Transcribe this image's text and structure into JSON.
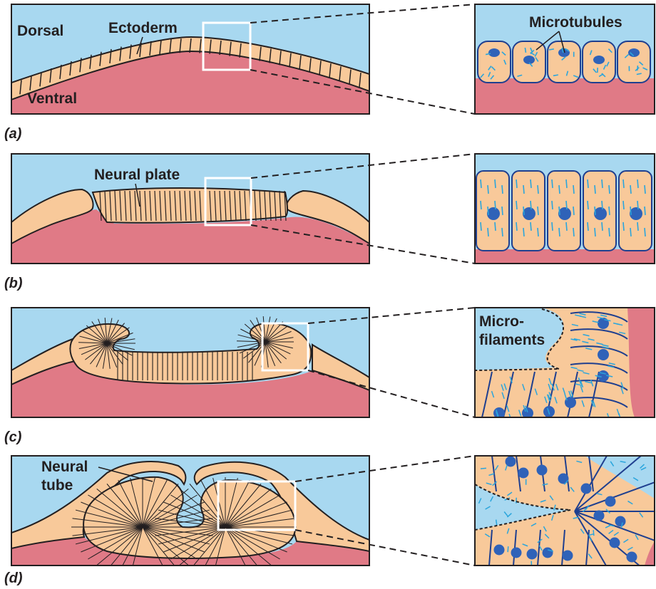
{
  "colors": {
    "dorsal_fluid": "#a8d8f0",
    "ventral_tissue": "#e07a86",
    "ectoderm": "#f8c99a",
    "outline": "#231f20",
    "cell_outline": "#1f3f8f",
    "nucleus": "#2f62b8",
    "microtubule": "#2aa5dc",
    "zoom_box": "#ffffff"
  },
  "labels": {
    "dorsal": "Dorsal",
    "ectoderm": "Ectoderm",
    "ventral": "Ventral",
    "microtubules": "Microtubules",
    "neural_plate": "Neural plate",
    "microfilaments_line1": "Micro-",
    "microfilaments_line2": "filaments",
    "neural_tube_line1": "Neural",
    "neural_tube_line2": "tube"
  },
  "panels": [
    {
      "id": "a",
      "label": "(a)"
    },
    {
      "id": "b",
      "label": "(b)"
    },
    {
      "id": "c",
      "label": "(c)"
    },
    {
      "id": "d",
      "label": "(d)"
    }
  ]
}
